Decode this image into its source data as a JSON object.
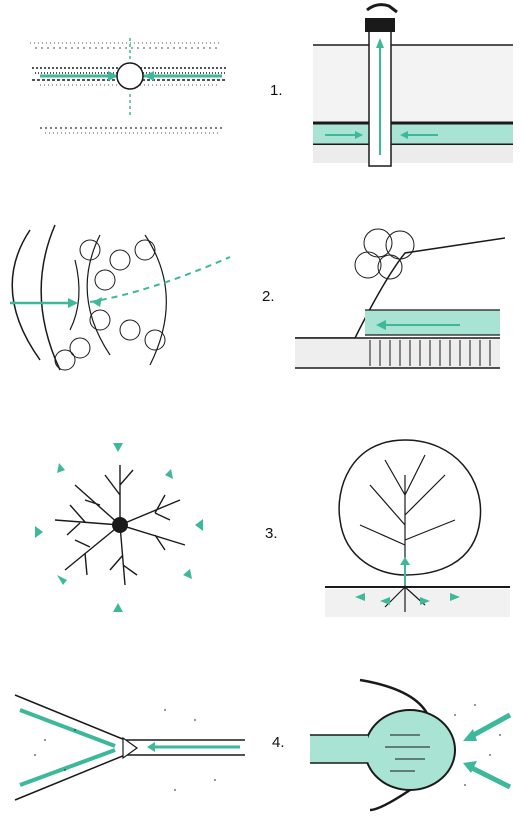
{
  "rows": [
    {
      "label": "1."
    },
    {
      "label": "2."
    },
    {
      "label": "3."
    },
    {
      "label": "4."
    }
  ],
  "colors": {
    "water": "#3db89a",
    "water_fill": "#a8e3d3",
    "ink": "#1a1a1a"
  }
}
